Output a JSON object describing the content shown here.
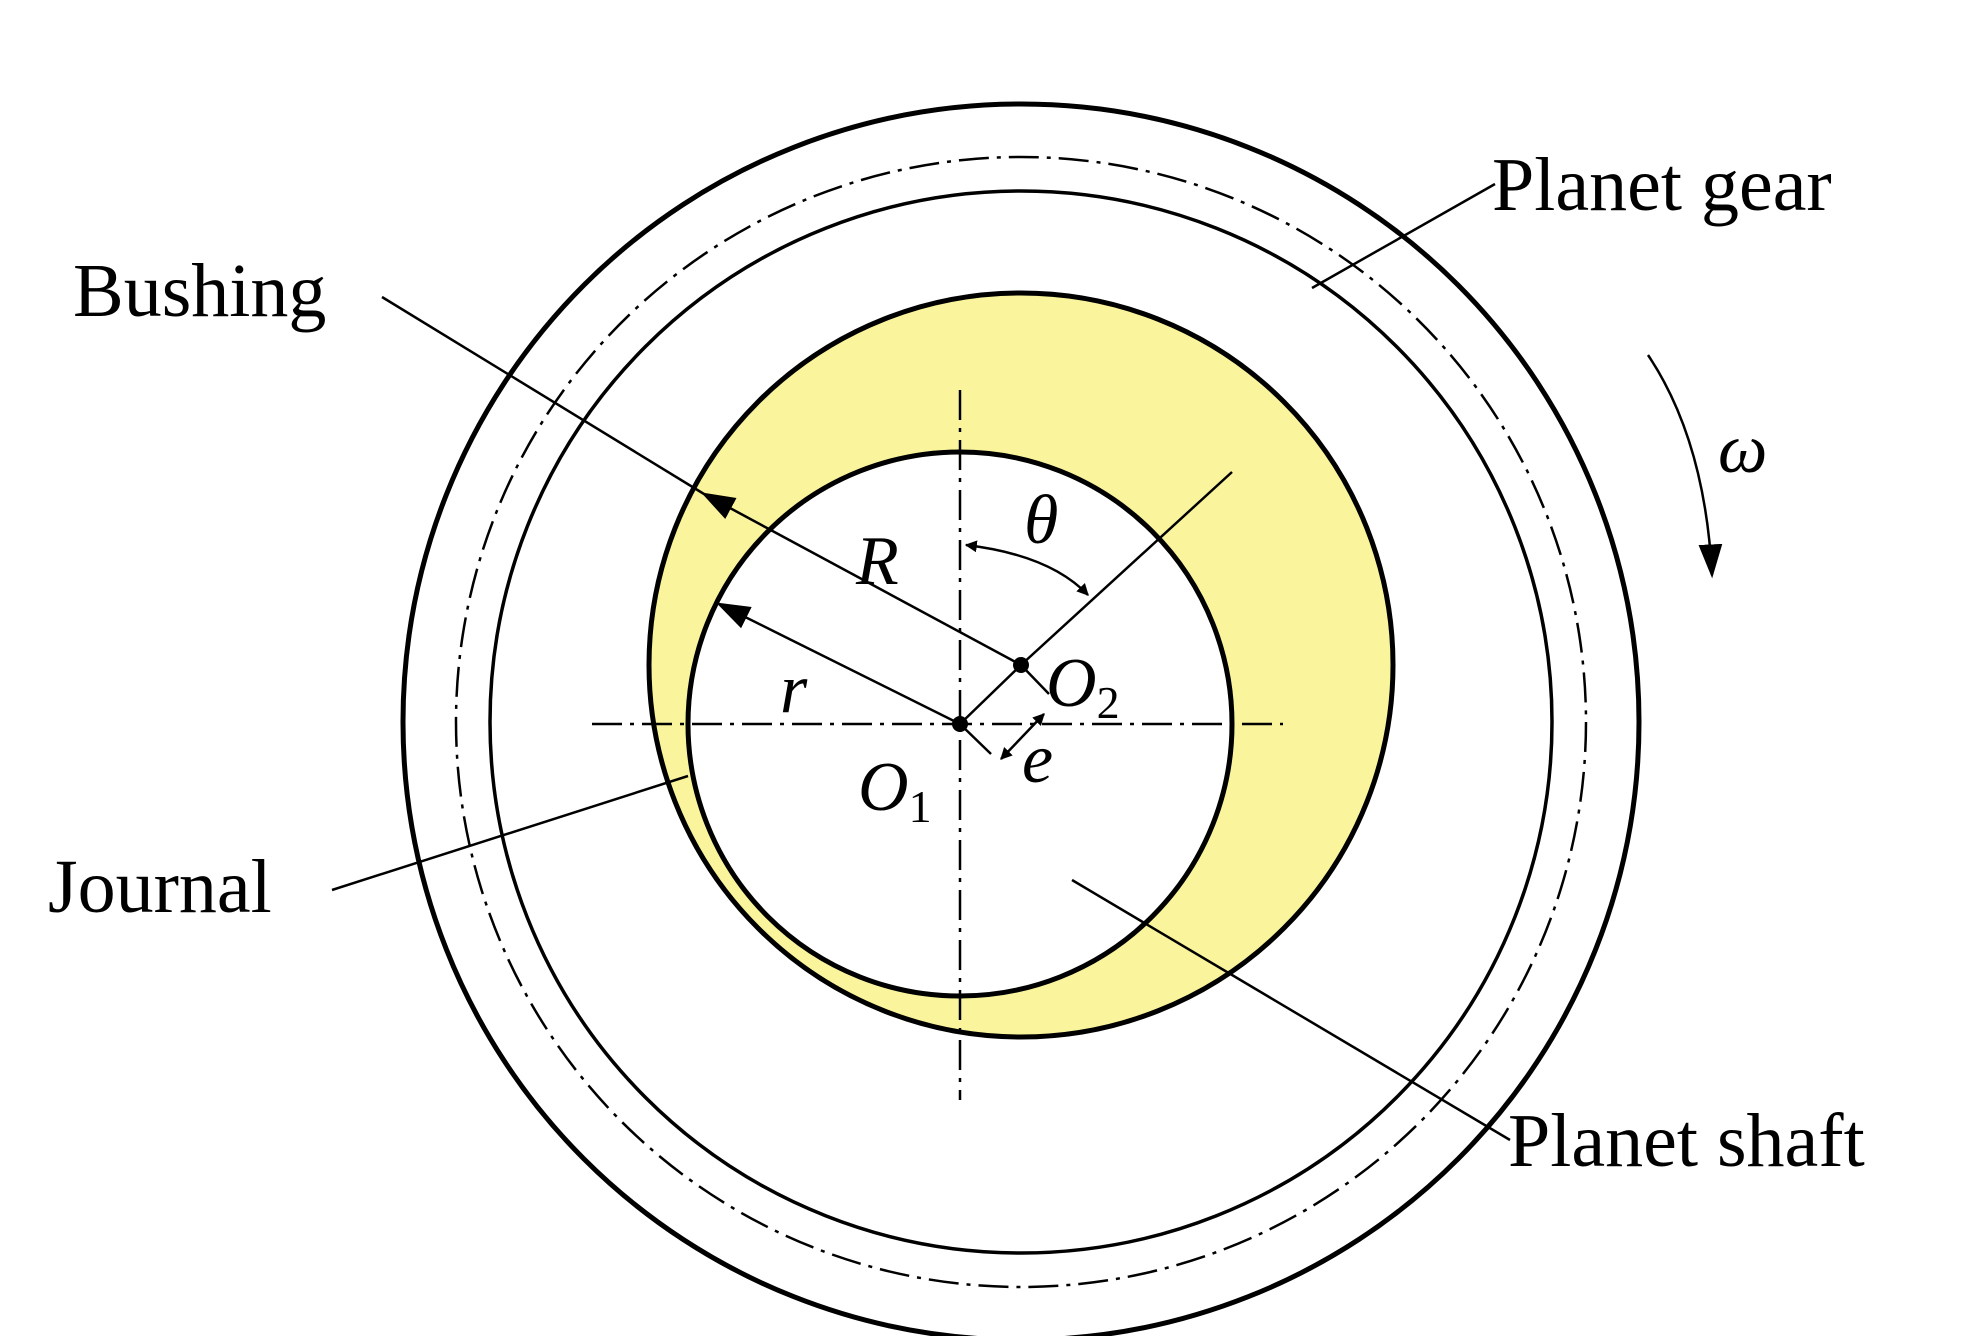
{
  "labels": {
    "planet_gear": "Planet gear",
    "bushing": "Bushing",
    "journal": "Journal",
    "planet_shaft": "Planet shaft",
    "omega": "ω",
    "theta": "θ",
    "big_r": "R",
    "small_r": "r",
    "e": "e",
    "o1": "O",
    "o1_sub": "1",
    "o2": "O",
    "o2_sub": "2"
  },
  "colors": {
    "oil_film": "#FAF59C",
    "stroke": "#000000"
  }
}
